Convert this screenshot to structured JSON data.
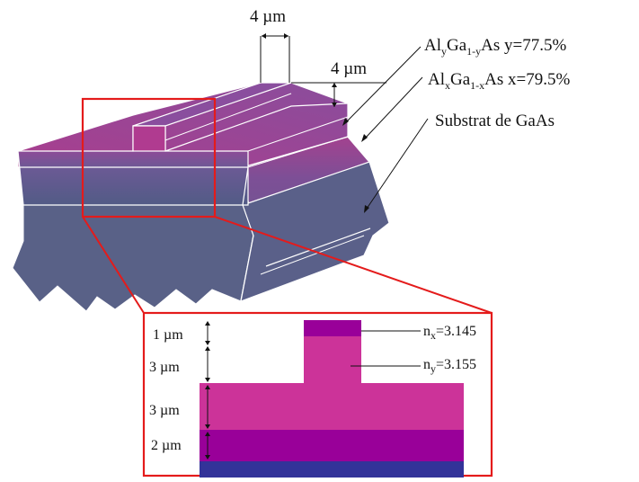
{
  "top_dims": {
    "width_label": "4 µm",
    "height_label": "4 µm"
  },
  "layer_labels": {
    "cladding_top": {
      "el1": "Al",
      "s1": "y",
      "el2": "Ga",
      "s2": "1-y",
      "el3": "As",
      "value": " y=77.5%"
    },
    "guide": {
      "el1": "Al",
      "s1": "x",
      "el2": "Ga",
      "s2": "1-x",
      "el3": "As",
      "value": "  x=79.5%"
    },
    "substrate": "Substrat de GaAs"
  },
  "inset": {
    "thickness_labels": [
      "1 µm",
      "3 µm",
      "3 µm",
      "2 µm"
    ],
    "index_x": {
      "n": "n",
      "sub": "x",
      "value": "=3.145"
    },
    "index_y": {
      "n": "n",
      "sub": "y",
      "value": "=3.155"
    }
  },
  "colors": {
    "purple_top": "#8c2c96",
    "magenta": "#cc3399",
    "dark_purple": "#990099",
    "blue": "#333399",
    "slate": "#5a6089",
    "highlight_red": "#e41b1b"
  }
}
